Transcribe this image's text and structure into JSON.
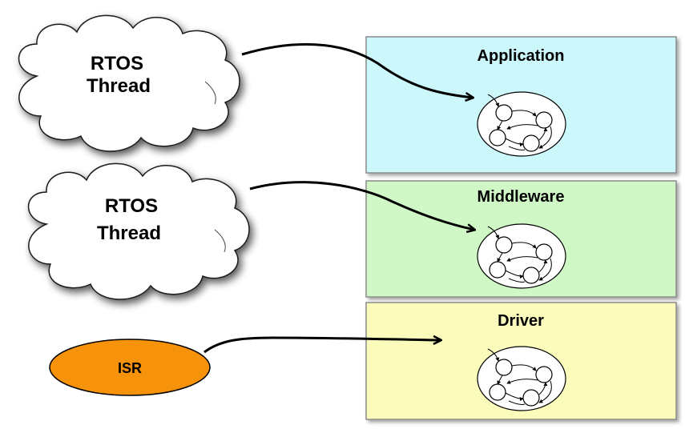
{
  "colors": {
    "application_fill": "#ccf7fb",
    "middleware_fill": "#cff8c6",
    "driver_fill": "#fbfbbb",
    "isr_fill": "#f7920b",
    "cloud_fill": "#ffffff",
    "stroke": "#000000"
  },
  "clouds": [
    {
      "line1": "RTOS",
      "line2": "Thread"
    },
    {
      "line1": "RTOS",
      "line2": "Thread"
    }
  ],
  "isr": {
    "label": "ISR"
  },
  "layers": [
    {
      "label": "Application"
    },
    {
      "label": "Middleware"
    },
    {
      "label": "Driver"
    }
  ],
  "icons": [
    "state-machine-icon",
    "arrow-icon"
  ]
}
